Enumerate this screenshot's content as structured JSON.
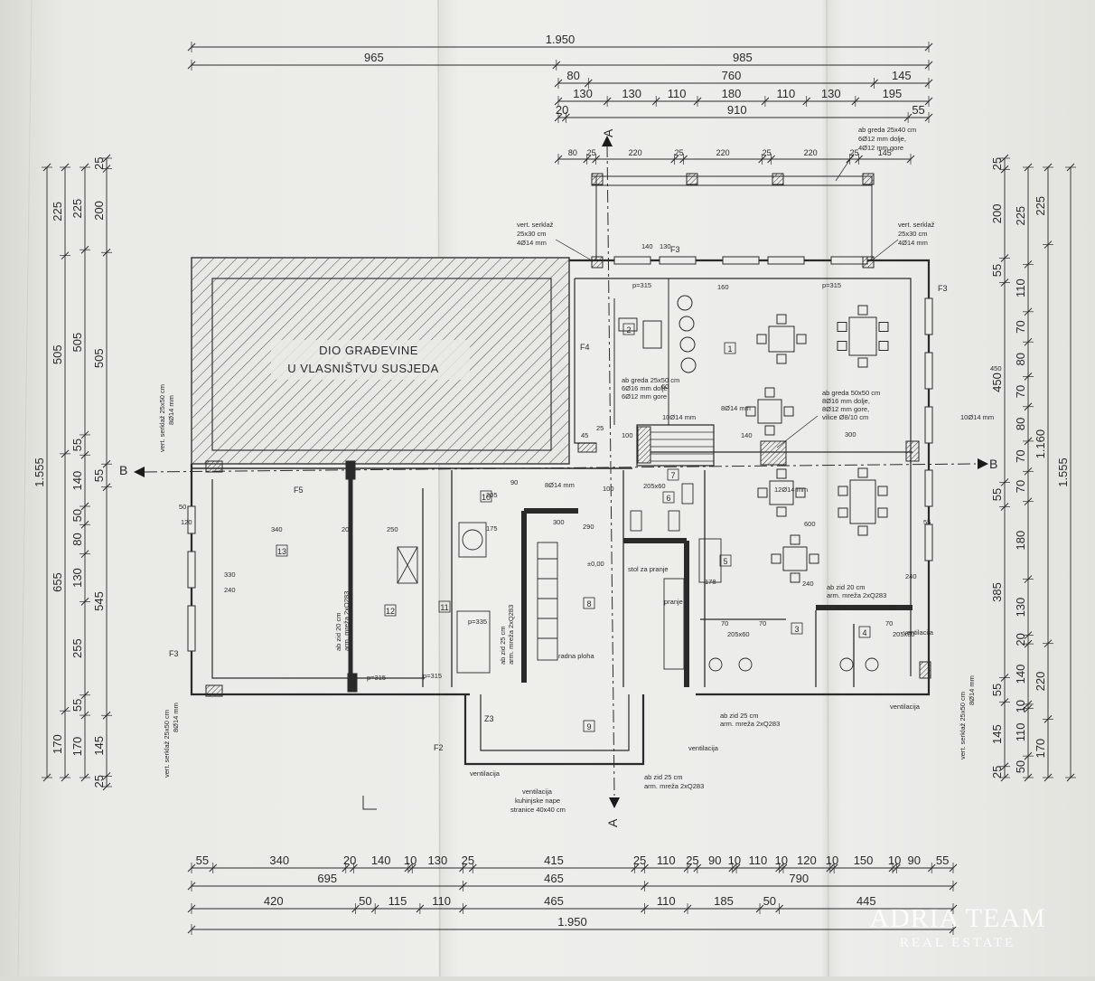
{
  "drawing": {
    "top_dims": {
      "row1": [
        "1.950"
      ],
      "row2": [
        "965",
        "985"
      ],
      "row3": [
        "80",
        "760",
        "145"
      ],
      "row4": [
        "130",
        "130",
        "110",
        "180",
        "110",
        "130",
        "195"
      ],
      "row5": [
        "20",
        "910",
        "55"
      ],
      "row6": [
        "80",
        "25",
        "220",
        "25",
        "220",
        "25",
        "220",
        "25",
        "145"
      ]
    },
    "bottom_dims": {
      "row1": [
        "55",
        "340",
        "20",
        "140",
        "10",
        "130",
        "25",
        "415",
        "25",
        "110",
        "25",
        "90",
        "10",
        "110",
        "10",
        "120",
        "10",
        "150",
        "10",
        "90",
        "55"
      ],
      "row2": [
        "695",
        "465",
        "790"
      ],
      "row3": [
        "420",
        "50",
        "115",
        "110",
        "465",
        "110",
        "185",
        "50",
        "445"
      ],
      "row4": [
        "1.950"
      ]
    },
    "left_dims": {
      "col1": [
        "1.555"
      ],
      "col2": [
        "225",
        "505",
        "655",
        "170"
      ],
      "col3": [
        "225",
        "505",
        "55",
        "140",
        "50",
        "80",
        "130",
        "255",
        "55",
        "170"
      ],
      "col4": [
        "25",
        "200",
        "505",
        "55",
        "545",
        "145",
        "25"
      ]
    },
    "right_dims": {
      "col1": [
        "25",
        "200",
        "55",
        "450",
        "55",
        "385",
        "55",
        "145",
        "25"
      ],
      "col2": [
        "225",
        "110",
        "70",
        "80",
        "70",
        "80",
        "70",
        "70",
        "180",
        "130",
        "20",
        "140",
        "10",
        "110",
        "50"
      ],
      "col3": [
        "225",
        "1.160",
        "220",
        "170"
      ],
      "col4": [
        "1.555"
      ]
    },
    "neighbour_label": [
      "DIO GRAĐEVINE",
      "U VLASNIŠTVU SUSJEDA"
    ],
    "section_marks": {
      "a_top": "A",
      "a_bottom": "A",
      "b_left": "B",
      "b_right": "B"
    },
    "room_numbers": [
      "1",
      "2",
      "3",
      "4",
      "5",
      "6",
      "7",
      "8",
      "9",
      "10",
      "11",
      "12",
      "13"
    ],
    "facade_labels": {
      "f2": "F2",
      "f3_top": "F3",
      "f3_right": "F3",
      "f3_left": "F3",
      "f4": "F4",
      "f5": "F5",
      "z3": "Z3"
    },
    "notes": {
      "beam_top": [
        "ab greda 25x40 cm",
        "6Ø12 mm dolje,",
        "4Ø12 mm gore"
      ],
      "col_left": [
        "vert. serklaž",
        "25x30 cm",
        "4Ø14 mm"
      ],
      "col_right": [
        "vert. serklaž",
        "25x30 cm",
        "4Ø14 mm"
      ],
      "beam_mid": [
        "ab greda 25x50 cm",
        "6Ø16 mm dolje,",
        "6Ø12 mm gore"
      ],
      "beam_right": [
        "ab greda 50x50 cm",
        "8Ø16 mm dolje,",
        "8Ø12 mm gore,",
        "vilice Ø8/10 cm"
      ],
      "col_left_vert": "vert. serklaž 25x50 cm",
      "col_left_vert2": "8Ø14 mm",
      "col_left_low": "vert. serklaž 25x50 cm",
      "col_left_low2": "8Ø14 mm",
      "col_right_low": "vert. serklaž 25x50 cm",
      "col_right_low2": "8Ø14 mm",
      "rebar_1": "10Ø14 mm",
      "rebar_2": "8Ø14 mm",
      "rebar_3": "10Ø14 mm",
      "rebar_4": "8Ø14 mm",
      "rebar_5": "12Ø14 mm",
      "wall_20a": [
        "ab zid 20 cm",
        "arm. mreža 2xQ283"
      ],
      "wall_25a": [
        "ab zid 25 cm",
        "arm. mreža 2xQ283"
      ],
      "wall_20b": [
        "ab zid 20 cm",
        "arm. mreža 2xQ283"
      ],
      "wall_25b": [
        "ab zid 25 cm",
        "arm. mreža 2xQ283"
      ],
      "wall_25c": [
        "ab zid 25 cm",
        "arm. mreža 2xQ283"
      ],
      "ventilation_1": "ventilacija",
      "ventilation_2": "ventilacija",
      "ventilation_3": "ventilacija",
      "ventilation_4": "ventilacija",
      "hood": [
        "ventilacija",
        "kuhinjske nape",
        "stranice 40x40 cm"
      ],
      "level": "±0,00",
      "work_surface": "radna ploha",
      "sink": "stol za pranje",
      "washer": "pranje"
    },
    "inner_dims": [
      "340",
      "20",
      "250",
      "290",
      "600",
      "300",
      "450",
      "140",
      "100",
      "175",
      "205",
      "90",
      "45",
      "25",
      "60",
      "100",
      "205x60",
      "205x60",
      "205x60",
      "70",
      "70",
      "70",
      "240",
      "240",
      "330",
      "120",
      "50",
      "55",
      "p=315",
      "p=315",
      "p=315",
      "p=315",
      "p=335",
      "300",
      "130",
      "140",
      "160",
      "240",
      "178"
    ]
  },
  "watermark": {
    "line1": "ADRIA TEAM",
    "line2": "REAL ESTATE"
  },
  "colors": {
    "paper": "#ecece8",
    "ink": "#2a2a2a",
    "hatch": "#555555",
    "watermark": "#ffffff"
  }
}
